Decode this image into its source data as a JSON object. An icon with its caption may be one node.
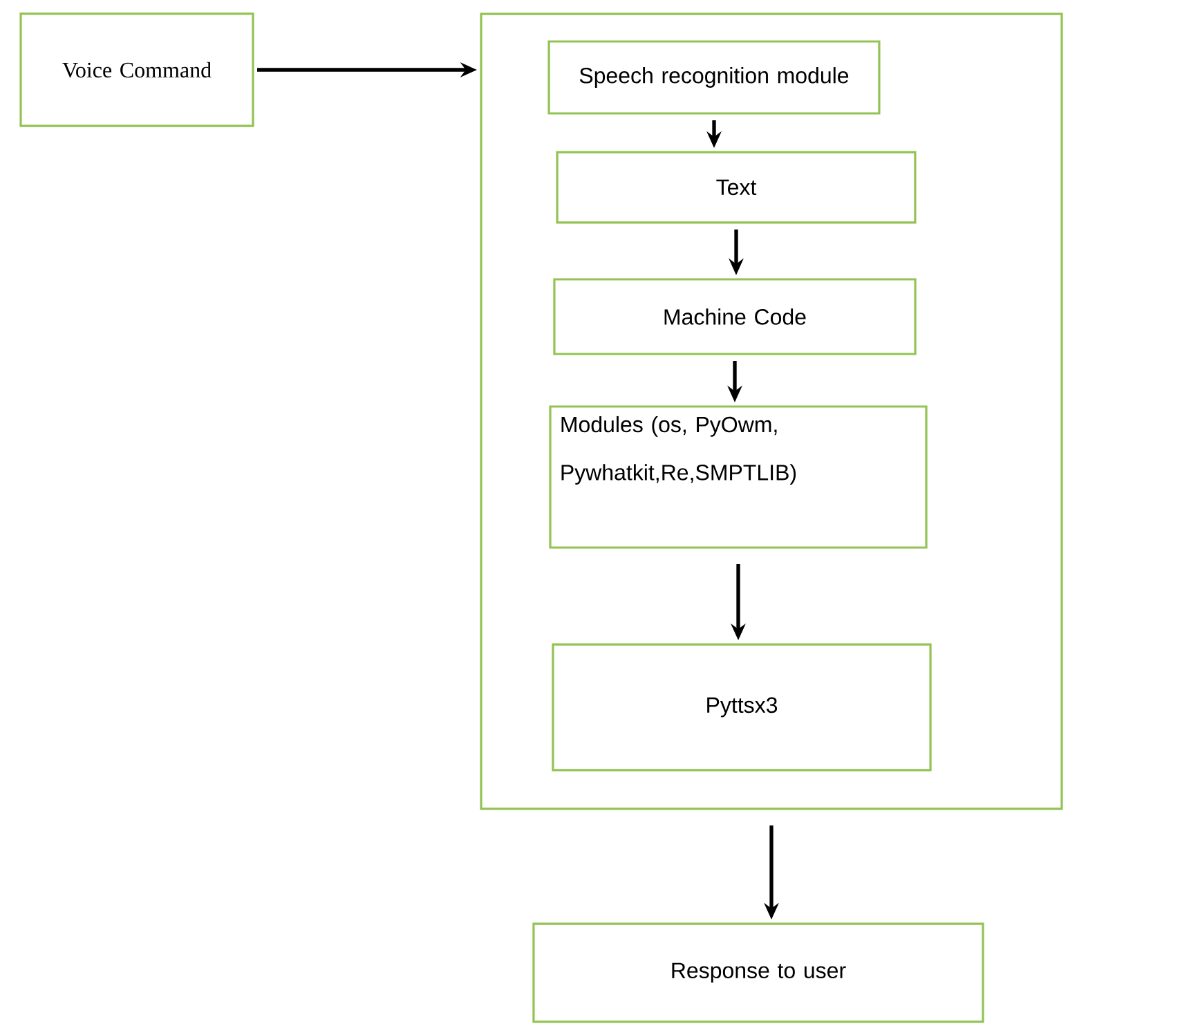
{
  "diagram": {
    "nodes": [
      {
        "text": [
          "Voice Command"
        ]
      },
      {
        "text": [],
        "shape": "box"
      },
      {
        "text": [
          "Speech recognition module"
        ],
        "in": 1
      },
      {
        "text": [
          "Text"
        ],
        "in": 1
      },
      {
        "text": [
          "Machine Code"
        ],
        "in": 1
      },
      {
        "text": [
          "Modules (os, PyOwm, Pywhatkit,Re,SMPTLIB)"
        ],
        "in": 1
      },
      {
        "text": [
          "Pyttsx3"
        ],
        "in": 1
      },
      {
        "text": [
          "Response to user"
        ]
      }
    ],
    "edges": [
      {
        "from": 0,
        "to": 1,
        "arrow": "to"
      },
      {
        "from": 2,
        "to": 3,
        "arrow": "to"
      },
      {
        "from": 3,
        "to": 4,
        "arrow": "to"
      },
      {
        "from": 4,
        "to": 5,
        "arrow": "to"
      },
      {
        "from": 5,
        "to": 6,
        "arrow": "to"
      },
      {
        "from": 1,
        "to": 7,
        "arrow": "to"
      }
    ]
  }
}
